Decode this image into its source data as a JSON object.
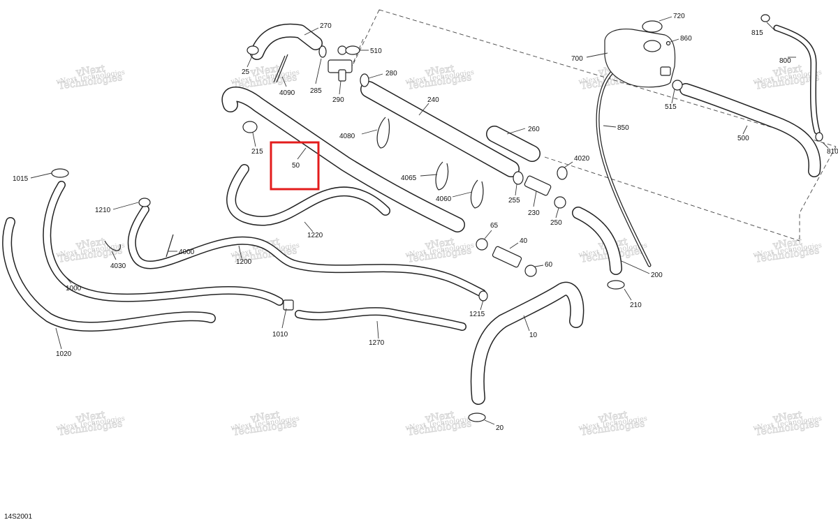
{
  "figure_id": "14S2001",
  "highlight": {
    "label": "50"
  },
  "watermark": {
    "line1": "vNext",
    "line2": "Technologies",
    "line3": "vNext Technologies"
  },
  "callouts": [
    {
      "id": "c270",
      "text": "270"
    },
    {
      "id": "c25",
      "text": "25"
    },
    {
      "id": "c4090",
      "text": "4090"
    },
    {
      "id": "c285",
      "text": "285"
    },
    {
      "id": "c290",
      "text": "290"
    },
    {
      "id": "c510",
      "text": "510"
    },
    {
      "id": "c280",
      "text": "280"
    },
    {
      "id": "c240",
      "text": "240"
    },
    {
      "id": "c4080",
      "text": "4080"
    },
    {
      "id": "c260",
      "text": "260"
    },
    {
      "id": "c215",
      "text": "215"
    },
    {
      "id": "c4065",
      "text": "4065"
    },
    {
      "id": "c4060",
      "text": "4060"
    },
    {
      "id": "c4020",
      "text": "4020"
    },
    {
      "id": "c255",
      "text": "255"
    },
    {
      "id": "c230",
      "text": "230"
    },
    {
      "id": "c250",
      "text": "250"
    },
    {
      "id": "c1015",
      "text": "1015"
    },
    {
      "id": "c1210",
      "text": "1210"
    },
    {
      "id": "c1220",
      "text": "1220"
    },
    {
      "id": "c4000",
      "text": "4000"
    },
    {
      "id": "c4030",
      "text": "4030"
    },
    {
      "id": "c1200",
      "text": "1200"
    },
    {
      "id": "c1000",
      "text": "1000"
    },
    {
      "id": "c1020",
      "text": "1020"
    },
    {
      "id": "c1010",
      "text": "1010"
    },
    {
      "id": "c1270",
      "text": "1270"
    },
    {
      "id": "c1215",
      "text": "1215"
    },
    {
      "id": "c65",
      "text": "65"
    },
    {
      "id": "c40",
      "text": "40"
    },
    {
      "id": "c60",
      "text": "60"
    },
    {
      "id": "c10",
      "text": "10"
    },
    {
      "id": "c20",
      "text": "20"
    },
    {
      "id": "c720",
      "text": "720"
    },
    {
      "id": "c860",
      "text": "860"
    },
    {
      "id": "c700",
      "text": "700"
    },
    {
      "id": "c515",
      "text": "515"
    },
    {
      "id": "c850",
      "text": "850"
    },
    {
      "id": "c500",
      "text": "500"
    },
    {
      "id": "c815",
      "text": "815"
    },
    {
      "id": "c800",
      "text": "800"
    },
    {
      "id": "c810",
      "text": "810"
    },
    {
      "id": "c200",
      "text": "200"
    },
    {
      "id": "c210",
      "text": "210"
    }
  ]
}
